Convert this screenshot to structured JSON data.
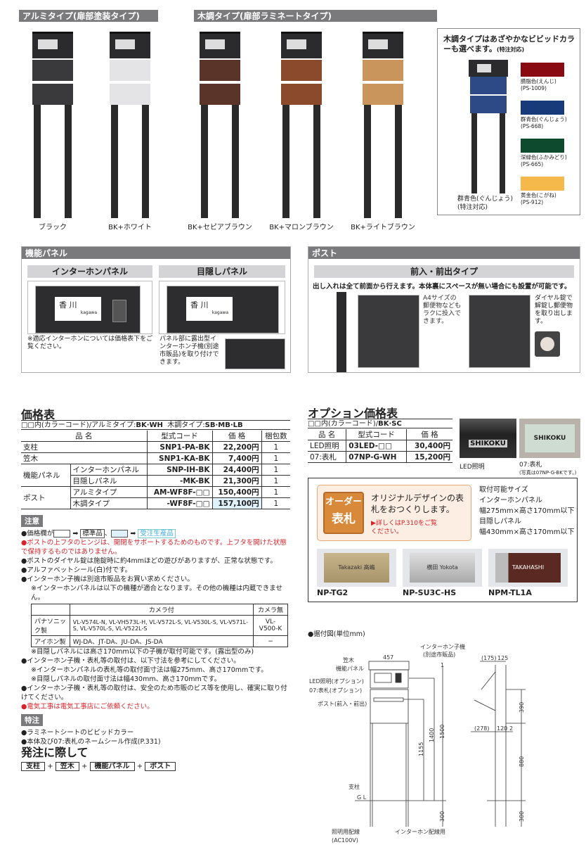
{
  "top": {
    "aluminum_header": "アルミタイプ(扉部塗装タイプ)",
    "wood_header": "木調タイプ(扉部ラミネートタイプ)",
    "products": [
      {
        "label": "ブラック",
        "color": "#3a3a3c"
      },
      {
        "label": "BK+ホワイト",
        "color": "#e4e4e6"
      },
      {
        "label": "BK+セピアブラウン",
        "color": "#5a3428"
      },
      {
        "label": "BK+マロンブラウン",
        "color": "#8b4a2b"
      },
      {
        "label": "BK+ライトブラウン",
        "color": "#c9955c"
      }
    ],
    "vivid": {
      "title": "木調タイプはあざやかなビビッドカラーも選べます。",
      "title_note": "(特注対応)",
      "caption": "群青色(ぐんじょう)",
      "caption_note": "(特注対応)",
      "sample_color": "#2e4a86",
      "swatches": [
        {
          "name": "臙脂色(えんじ)",
          "code": "(PS-1009)",
          "color": "#8a0a12"
        },
        {
          "name": "群青色(ぐんじょう)",
          "code": "(PS-668)",
          "color": "#173a7a"
        },
        {
          "name": "深緑色(ふかみどり)",
          "code": "(PS-665)",
          "color": "#0d4a2e"
        },
        {
          "name": "黄金色(こがね)",
          "code": "(PS-912)",
          "color": "#f5b84a"
        }
      ]
    }
  },
  "panel": {
    "header": "機能パネル",
    "intercom": {
      "title": "インターホンパネル",
      "note": "※適応インターホンについては価格表下をご覧ください。"
    },
    "blind": {
      "title": "目隠しパネル",
      "note": "パネル部に露出型インターホン子機(別途市販品)を取り付けできます。"
    },
    "nameplate_kanji": "香 川",
    "nameplate_roman": "kagawa"
  },
  "post": {
    "header": "ポスト",
    "type_title": "前入・前出タイプ",
    "desc": "出し入れは全て前面から行えます。本体裏にスペースが無い場合にも設置が可能です。",
    "note1": "A4サイズの郵便物などもラクに投入できます。",
    "note2": "ダイヤル錠で解錠し郵便物を取り出します。"
  },
  "price": {
    "title": "価格表",
    "color_note": "□□内(カラーコード)/アルミタイプ:",
    "color_al": "BK·WH",
    "color_wood_label": "木調タイプ:",
    "color_wood": "SB·MB·LB",
    "headers": [
      "品 名",
      "型式コード",
      "価 格",
      "梱包数"
    ],
    "rows": [
      {
        "group": "支柱",
        "name": "",
        "code": "SNP1-PA-BK",
        "price": "22,200円",
        "qty": "1"
      },
      {
        "group": "笠木",
        "name": "",
        "code": "SNP1-KA-BK",
        "price": "7,400円",
        "qty": "1"
      },
      {
        "group": "機能パネル",
        "name": "インターホンパネル",
        "code": "SNP-IH-BK",
        "price": "24,400円",
        "qty": "1"
      },
      {
        "group": "",
        "name": "目隠しパネル",
        "code": "-MK-BK",
        "price": "21,300円",
        "qty": "1"
      },
      {
        "group": "ポスト",
        "name": "アルミタイプ",
        "code": "AM-WF8F-□□",
        "price": "150,400円",
        "qty": "1"
      },
      {
        "group": "",
        "name": "木調タイプ",
        "code": "-WF8F-□□",
        "price": "157,100円",
        "qty": "1"
      }
    ]
  },
  "notes": {
    "header": "注意",
    "legend_prefix": "●価格欄が",
    "legend_std": "標準品",
    "legend_order": "受注生産品",
    "items": [
      {
        "text": "●ポストの上フタのヒンジは、開閉をサポートするためのものです。上フタを開けた状態で保持するものではありません。",
        "red": true
      },
      {
        "text": "●ポストのダイヤル錠は施錠時に約4mmほどの遊びがありますが、正常な状態です。",
        "red": false
      },
      {
        "text": "●アルファベットシール(白)付です。",
        "red": false
      },
      {
        "text": "●インターホン子機は別途市販品をお買い求めください。",
        "red": false
      },
      {
        "text": "※インターホンパネルは以下の機種が適合となります。その他の機種は内蔵できません。",
        "red": false
      }
    ],
    "compat": {
      "headers": [
        "",
        "カメラ付",
        "カメラ無"
      ],
      "rows": [
        [
          "パナソニック製",
          "VL-V574L-N, VL-VH573L-H, VL-V572L-S, VL-V530L-S, VL-V571L-S, VL-V570L-S, VL-V522L-S",
          "VL-V500-K"
        ],
        [
          "アイホン製",
          "WJ-DA、JT-DA、JU-DA、JS-DA",
          "−"
        ]
      ]
    },
    "items2": [
      {
        "text": "※目隠しパネルには高さ170mm以下の子機が取付可能です。(露出型のみ)",
        "red": false
      },
      {
        "text": "●インターホン子機・表札等の取付は、以下寸法を参考にしてください。",
        "red": false
      },
      {
        "text": "※インターホンパネルの表札等の取付面寸法は幅275mm、高さ170mmです。",
        "red": false
      },
      {
        "text": "※目隠しパネルの取付面寸法は幅430mm、高さ170mmです。",
        "red": false
      },
      {
        "text": "●インターホン子機・表札等の取付は、安全のため市販のビス等を使用し、確実に取り付けてください。",
        "red": false
      },
      {
        "text": "●電気工事は電気工事店にご依頼ください。",
        "red": true
      }
    ],
    "special_header": "特注",
    "special": [
      "●ラミネートシートのビビッドカラー",
      "●本体及び07:表札のネームシール作成(P.331)"
    ]
  },
  "order": {
    "title": "発注に際して",
    "parts": [
      "支柱",
      "笠木",
      "機能パネル",
      "ポスト"
    ],
    "plus": "+"
  },
  "option": {
    "title": "オプション価格表",
    "color_note": "□□内(カラーコード)/",
    "color_codes": "BK·SC",
    "headers": [
      "品 名",
      "型式コード",
      "価 格"
    ],
    "rows": [
      {
        "name": "LED照明",
        "code": "03LED-□□",
        "price": "30,400円"
      },
      {
        "name": "07:表札",
        "code": "07NP-G-WH",
        "price": "15,200円"
      }
    ],
    "photo1_caption": "LED照明",
    "photo1_text": "SHIKOKU",
    "photo2_caption": "07:表札",
    "photo2_note": "(写真は07NP-G-BKです。)",
    "photo2_text": "SHIKOKU"
  },
  "custom": {
    "badge_line1": "オーダー",
    "badge_line2": "表札",
    "headline": "オリジナルデザインの表札をおつくりします。",
    "link": "▶詳しくはP.310をご覧ください。",
    "sizes": [
      "取付可能サイズ",
      "インターホンパネル",
      "幅275mm×高さ170mm以下",
      "目隠しパネル",
      "幅430mm×高さ170mm以下"
    ],
    "samples": [
      {
        "code": "NP-TG2",
        "text": "Takazaki 高嶋"
      },
      {
        "code": "NP-SU3C-HS",
        "text": "横田 Yokota"
      },
      {
        "code": "NPM-TL1A",
        "text": "TAKAHASHI"
      }
    ]
  },
  "diagram": {
    "title": "●据付図(単位mm)",
    "labels": {
      "kasagi": "笠木",
      "panel": "機能パネル",
      "led": "LED照明(オプション)",
      "plate": "07:表札(オプション)",
      "post": "ポスト(前入・前出)",
      "pillar": "支柱",
      "gl": "G L",
      "wiring_light": "照明用配線",
      "ac": "(AC100V)",
      "wiring_intercom": "インターホン配線用",
      "intercom": "インターホン子機",
      "intercom_note": "(別途市販品)"
    },
    "dims": {
      "width": "457",
      "d1": "1",
      "h1155": "1155",
      "h1400": "1400",
      "h1500": "1500",
      "below": "300",
      "s175": "(175)",
      "s125": "125",
      "s278": "(278)",
      "s120": "120",
      "s2": "2",
      "s390": "390",
      "s880": "880",
      "s300": "300"
    }
  }
}
